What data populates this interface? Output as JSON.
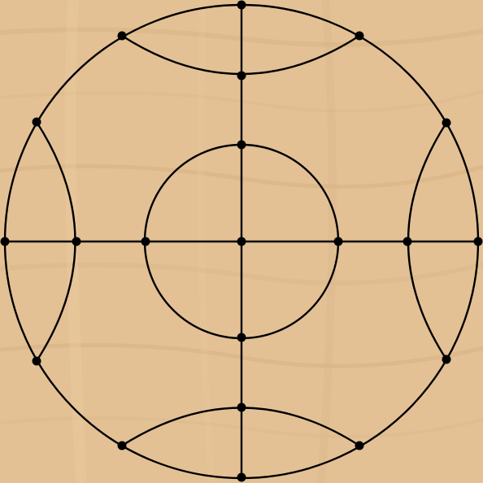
{
  "board": {
    "type": "circular-path-board",
    "background_color": "#e3c195",
    "line_color": "#000000",
    "node_color": "#000000",
    "grid": {
      "outer_circle": true,
      "inner_circle": true,
      "cross_lines": [
        "horizontal",
        "vertical"
      ],
      "edge_arcs": [
        "top",
        "bottom",
        "left",
        "right"
      ]
    },
    "node_count": 21,
    "pieces": []
  }
}
